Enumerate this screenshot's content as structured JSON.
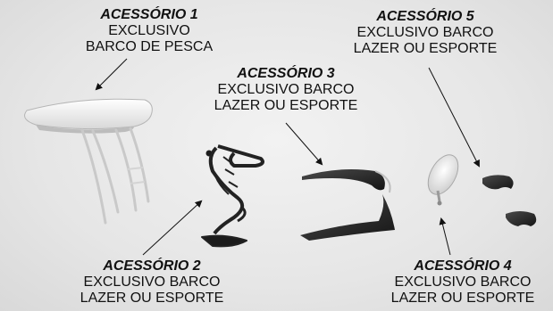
{
  "accessories": [
    {
      "title": "ACESSÓRIO 1",
      "lines": [
        "EXCLUSIVO",
        "BARCO DE PESCA"
      ]
    },
    {
      "title": "ACESSÓRIO 2",
      "lines": [
        "EXCLUSIVO BARCO",
        "LAZER OU ESPORTE"
      ]
    },
    {
      "title": "ACESSÓRIO 3",
      "lines": [
        "EXCLUSIVO BARCO",
        "LAZER OU ESPORTE"
      ]
    },
    {
      "title": "ACESSÓRIO 4",
      "lines": [
        "EXCLUSIVO BARCO",
        "LAZER OU ESPORTE"
      ]
    },
    {
      "title": "ACESSÓRIO 5",
      "lines": [
        "EXCLUSIVO BARCO",
        "LAZER OU ESPORTE"
      ]
    }
  ]
}
